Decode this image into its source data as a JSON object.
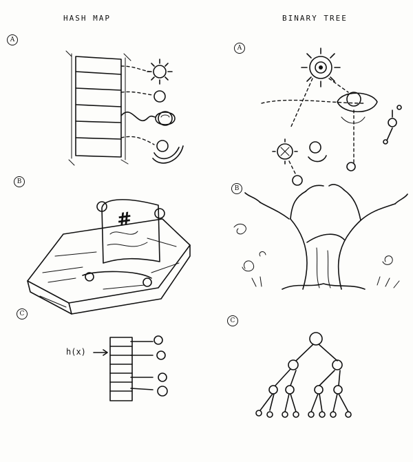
{
  "titles": {
    "left": "HASH MAP",
    "right": "BINARY TREE"
  },
  "panel_labels": {
    "left_a": "A",
    "left_b": "B",
    "left_c": "C",
    "right_a": "A",
    "right_b": "B",
    "right_c": "C"
  },
  "hash_function_label": "h(x)",
  "hash_symbol": "#"
}
